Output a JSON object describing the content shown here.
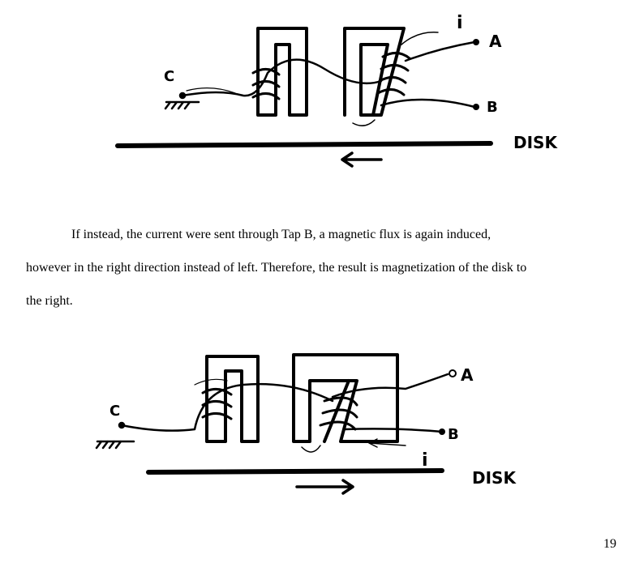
{
  "figure1": {
    "labels": {
      "current": "i",
      "tap_a": "A",
      "tap_b": "B",
      "ground": "C",
      "disk": "DISK"
    },
    "disk_arrow_direction": "left"
  },
  "paragraph": {
    "lines": [
      "If instead, the current were sent through Tap B, a magnetic flux is again induced,",
      "however in the right direction instead of left.  Therefore, the result is magnetization of the disk to",
      "the right."
    ]
  },
  "figure2": {
    "labels": {
      "current": "i",
      "tap_a": "A",
      "tap_b": "B",
      "ground": "C",
      "disk": "DISK"
    },
    "disk_arrow_direction": "right"
  },
  "page_number": "19"
}
